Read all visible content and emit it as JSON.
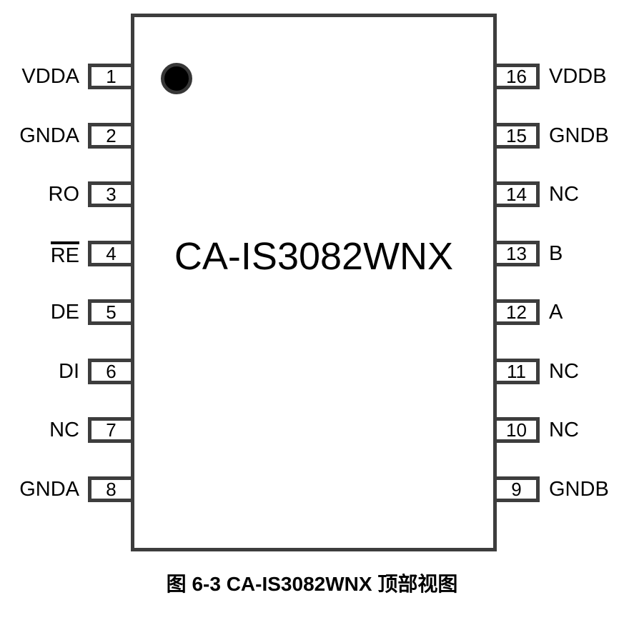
{
  "chip": {
    "part_number": "CA-IS3082WNX",
    "package_pins": 16,
    "pin1_indicator_icon": "filled-circle-icon"
  },
  "pins_left": [
    {
      "number": "1",
      "label": "VDDA",
      "overline": false
    },
    {
      "number": "2",
      "label": "GNDA",
      "overline": false
    },
    {
      "number": "3",
      "label": "RO",
      "overline": false
    },
    {
      "number": "4",
      "label": "RE",
      "overline": true
    },
    {
      "number": "5",
      "label": "DE",
      "overline": false
    },
    {
      "number": "6",
      "label": "DI",
      "overline": false
    },
    {
      "number": "7",
      "label": "NC",
      "overline": false
    },
    {
      "number": "8",
      "label": "GNDA",
      "overline": false
    }
  ],
  "pins_right": [
    {
      "number": "16",
      "label": "VDDB",
      "overline": false
    },
    {
      "number": "15",
      "label": "GNDB",
      "overline": false
    },
    {
      "number": "14",
      "label": "NC",
      "overline": false
    },
    {
      "number": "13",
      "label": "B",
      "overline": false
    },
    {
      "number": "12",
      "label": "A",
      "overline": false
    },
    {
      "number": "11",
      "label": "NC",
      "overline": false
    },
    {
      "number": "10",
      "label": "NC",
      "overline": false
    },
    {
      "number": "9",
      "label": "GNDB",
      "overline": false
    }
  ],
  "caption": {
    "text": "图 6-3 CA-IS3082WNX 顶部视图"
  },
  "colors": {
    "outline": "#3d3d3d",
    "text": "#000000",
    "background": "#ffffff"
  }
}
